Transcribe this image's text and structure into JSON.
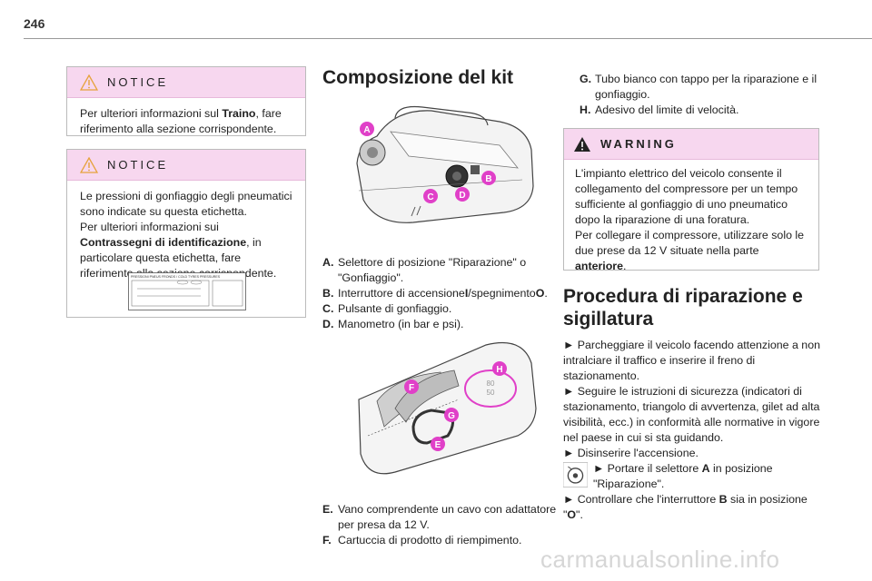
{
  "page_number": "246",
  "notice1": {
    "title": "NOTICE",
    "text_before": "Per ulteriori informazioni sul ",
    "bold": "Traino",
    "text_after": ", fare riferimento alla sezione corrispondente."
  },
  "notice2": {
    "title": "NOTICE",
    "line1": "Le pressioni di gonfiaggio degli pneumatici sono indicate su questa etichetta.",
    "line2_before": "Per ulteriori informazioni sui ",
    "line2_bold": "Contrassegni di identificazione",
    "line2_after": ", in particolare questa etichetta, fare riferimento alla sezione corrispondente.",
    "label_caption": "PRESSIONI PNEUS FRONDS / COLD TYRES PRESSURES"
  },
  "kit": {
    "title": "Composizione del kit",
    "callouts1": [
      "A",
      "B",
      "C",
      "D"
    ],
    "items1": [
      {
        "key": "A.",
        "text": "Selettore di posizione \"Riparazione\" o \"Gonfiaggio\"."
      },
      {
        "key": "B.",
        "text_before": "Interruttore di accensione",
        "b1": "I",
        "mid": "/spegnimento",
        "b2": "O",
        "text_after": "."
      },
      {
        "key": "C.",
        "text": "Pulsante di gonfiaggio."
      },
      {
        "key": "D.",
        "text": "Manometro (in bar e psi)."
      }
    ],
    "callouts2": [
      "H",
      "F",
      "G",
      "E"
    ],
    "speed_label": "80\n50",
    "items2": [
      {
        "key": "E.",
        "text": "Vano comprendente un cavo con adattatore per presa da 12 V."
      },
      {
        "key": "F.",
        "text": "Cartuccia di prodotto di riempimento."
      }
    ]
  },
  "right": {
    "items": [
      {
        "key": "G.",
        "text": "Tubo bianco con tappo per la riparazione e il gonfiaggio."
      },
      {
        "key": "H.",
        "text": "Adesivo del limite di velocità."
      }
    ],
    "warning": {
      "title": "WARNING",
      "text1": "L'impianto elettrico del veicolo consente il collegamento del compressore per un tempo sufficiente al gonfiaggio di uno pneumatico dopo la riparazione di una foratura.",
      "text2_before": "Per collegare il compressore, utilizzare solo le due prese da 12 V situate nella parte ",
      "text2_bold": "anteriore",
      "text2_after": "."
    },
    "procedure": {
      "title_line1": "Procedura di riparazione e",
      "title_line2": "sigillatura",
      "step1": "► Parcheggiare il veicolo facendo attenzione a non intralciare il traffico e inserire il freno di stazionamento.",
      "step2": "► Seguire le istruzioni di sicurezza (indicatori di stazionamento, triangolo di avvertenza, gilet ad alta visibilità, ecc.) in conformità alle normative in vigore nel paese in cui si sta guidando.",
      "step3": "► Disinserire l'accensione.",
      "step4_before": "► Portare il selettore ",
      "step4_bold": "A",
      "step4_after": " in posizione \"Riparazione\".",
      "step5_before": "► Controllare che l'interruttore ",
      "step5_bold": "B",
      "step5_mid": " sia in posizione \"",
      "step5_bold2": "O",
      "step5_after": "\"."
    }
  },
  "watermark": "carmanualsonline.info",
  "colors": {
    "notice_bg": "#f7d7ef",
    "callout": "#e040c8",
    "text": "#222222"
  }
}
